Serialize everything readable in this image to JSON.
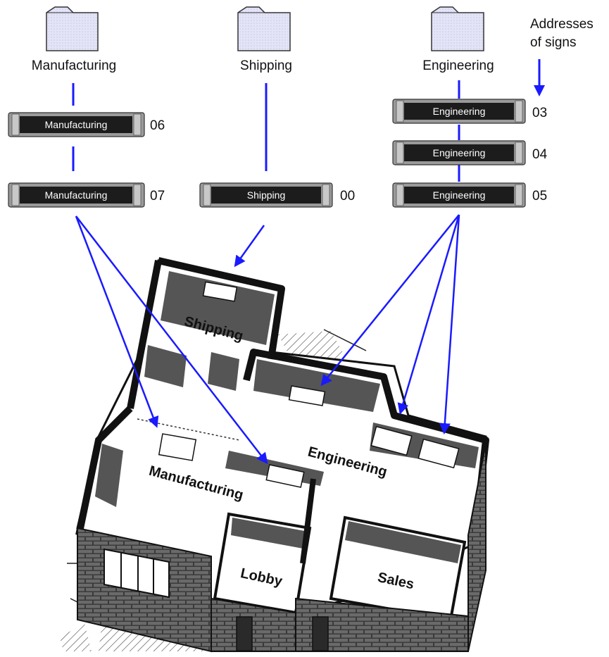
{
  "folders": [
    {
      "label": "Manufacturing"
    },
    {
      "label": "Shipping"
    },
    {
      "label": "Engineering"
    }
  ],
  "address_note": {
    "line1": "Addresses",
    "line2": "of signs"
  },
  "signs": [
    {
      "text": "Manufacturing",
      "address": "06"
    },
    {
      "text": "Manufacturing",
      "address": "07"
    },
    {
      "text": "Shipping",
      "address": "00"
    },
    {
      "text": "Engineering",
      "address": "03"
    },
    {
      "text": "Engineering",
      "address": "04"
    },
    {
      "text": "Engineering",
      "address": "05"
    }
  ],
  "rooms": {
    "shipping": "Shipping",
    "engineering": "Engineering",
    "manufacturing": "Manufacturing",
    "lobby": "Lobby",
    "sales": "Sales"
  },
  "colors": {
    "connector": "#1a1aff",
    "sign_body": "#1c1c1c",
    "wall": "#555555",
    "folder": "#dcdcf5"
  }
}
